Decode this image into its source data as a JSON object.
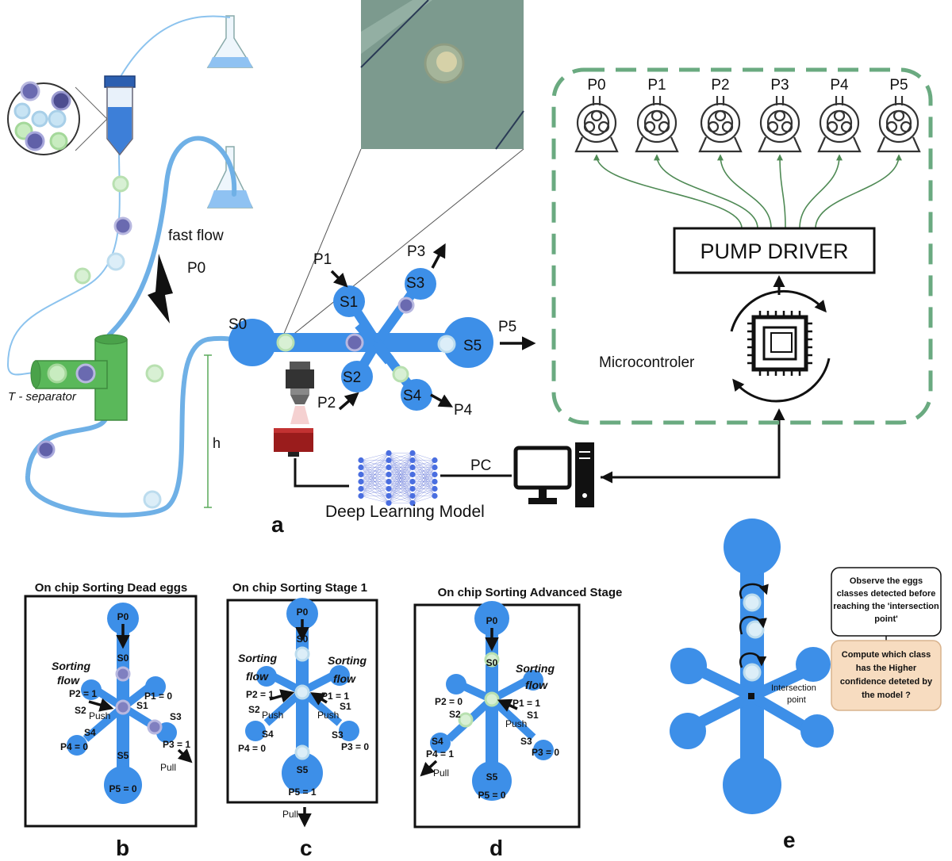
{
  "panel_a": {
    "fast_flow": "fast flow",
    "p0_main": "P0",
    "t_separator": "T - separator",
    "h": "h",
    "chip_labels": {
      "s0": "S0",
      "s1": "S1",
      "s2": "S2",
      "s3": "S3",
      "s4": "S4",
      "s5": "S5",
      "p1": "P1",
      "p2": "P2",
      "p3": "P3",
      "p4": "P4",
      "p5": "P5"
    },
    "pumps": [
      "P0",
      "P1",
      "P2",
      "P3",
      "P4",
      "P5"
    ],
    "pump_driver": "PUMP DRIVER",
    "microcontroller": "Microcontroler",
    "pc": "PC",
    "deep_learning": "Deep Learning Model",
    "letter": "a"
  },
  "panel_b": {
    "title": "On chip Sorting Dead eggs",
    "p0": "P0",
    "s0": "S0",
    "sorting_flow_1": "Sorting",
    "sorting_flow_2": "flow",
    "p2": "P2 = 1",
    "s2": "S2",
    "push": "Push",
    "p1": "P1 = 0",
    "s1": "S1",
    "s3": "S3",
    "p3": "P3 = 1",
    "s4": "S4",
    "p4": "P4 = 0",
    "s5": "S5",
    "pull": "Pull",
    "p5": "P5 = 0",
    "letter": "b"
  },
  "panel_c": {
    "title": "On chip Sorting Stage 1",
    "p0": "P0",
    "s0": "S0",
    "sorting_left_1": "Sorting",
    "sorting_left_2": "flow",
    "sorting_right_1": "Sorting",
    "sorting_right_2": "flow",
    "p2": "P2 = 1",
    "s2": "S2",
    "push_left": "Push",
    "p1": "P1 = 1",
    "s1": "S1",
    "push_right": "Push",
    "s4": "S4",
    "p4": "P4 = 0",
    "s3": "S3",
    "p3": "P3 = 0",
    "s5": "S5",
    "p5": "P5 = 1",
    "pull": "Pull",
    "letter": "c"
  },
  "panel_d": {
    "title": "On chip Sorting Advanced Stage",
    "p0": "P0",
    "s0": "S0",
    "sorting_1": "Sorting",
    "sorting_2": "flow",
    "p2": "P2 = 0",
    "s2": "S2",
    "p1": "P1 = 1",
    "push": "Push",
    "s1": "S1",
    "s4": "S4",
    "p4": "P4 = 1",
    "s3": "S3",
    "p3": "P3 = 0",
    "pull": "Pull",
    "s5": "S5",
    "p5": "P5 = 0",
    "letter": "d"
  },
  "panel_e": {
    "observe_1": "Observe the eggs",
    "observe_2": "classes detected before",
    "observe_3": "reaching the 'intersection",
    "observe_4": "point'",
    "compute_1": "Compute which class",
    "compute_2": "has  the Higher",
    "compute_3": "confidence deteted by",
    "compute_4": "the model ?",
    "intersection_1": "Intersection",
    "intersection_2": "point",
    "letter": "e"
  },
  "colors": {
    "chip_blue": "#3d8fe8",
    "tube_blue": "#6fb0e6",
    "separator_green": "#5ab85a",
    "dashed_green": "#6aaa80",
    "compute_box": "#f7dcc0"
  }
}
